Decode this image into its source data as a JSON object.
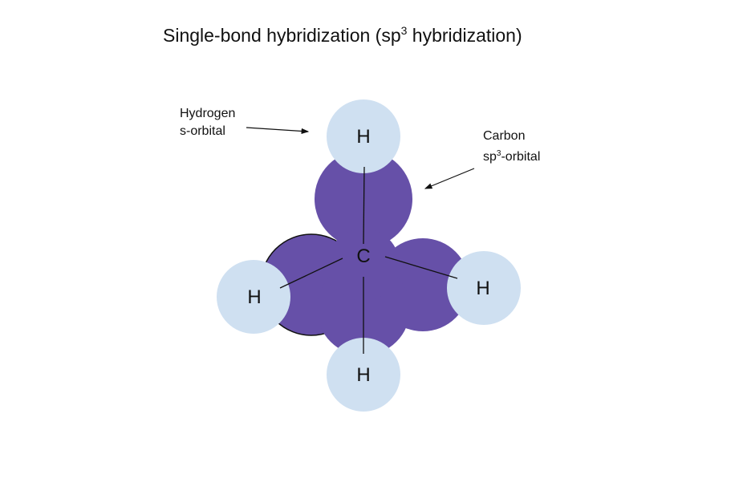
{
  "title": {
    "prefix": "Single-bond hybridization (sp",
    "superscript": "3",
    "suffix": " hybridization)"
  },
  "labels": {
    "hydrogen": {
      "line1": "Hydrogen",
      "line2": "s-orbital"
    },
    "carbon": {
      "line1": "Carbon",
      "line2_prefix": "sp",
      "line2_superscript": "3",
      "line2_suffix": "-orbital"
    }
  },
  "atoms": {
    "center": "C",
    "top": "H",
    "left": "H",
    "right": "H",
    "bottom": "H"
  },
  "colors": {
    "carbon_orbital": "#6650a8",
    "hydrogen_orbital": "#cfe0f1",
    "bond_line": "#111111"
  }
}
